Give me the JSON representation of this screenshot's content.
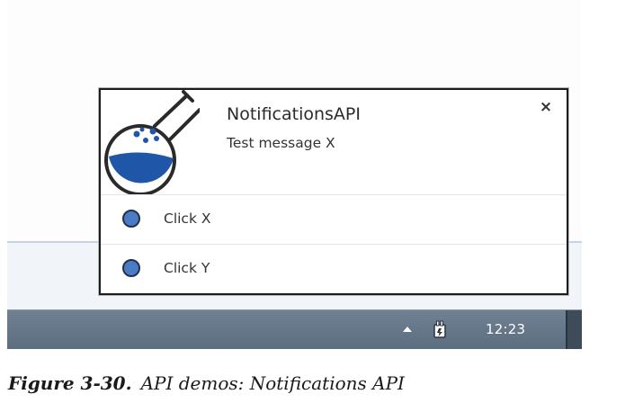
{
  "notification": {
    "app_name": "NotificationsAPI",
    "message": "Test message X",
    "close_label": "×",
    "app_icon": "flask-icon",
    "actions": [
      {
        "label": "Click X",
        "icon": "circle-icon"
      },
      {
        "label": "Click Y",
        "icon": "circle-icon"
      }
    ]
  },
  "taskbar": {
    "tray_expand_icon": "chevron-up-icon",
    "power_icon": "power-plug-icon",
    "clock": "12:23"
  },
  "caption": {
    "figure_label": "Figure 3-30.",
    "text": "API demos: Notifications API"
  },
  "colors": {
    "taskbar": "#617385",
    "action_icon": "#4a7bc4",
    "flask": "#1f56a8",
    "notification_border": "#1c1c1c"
  }
}
